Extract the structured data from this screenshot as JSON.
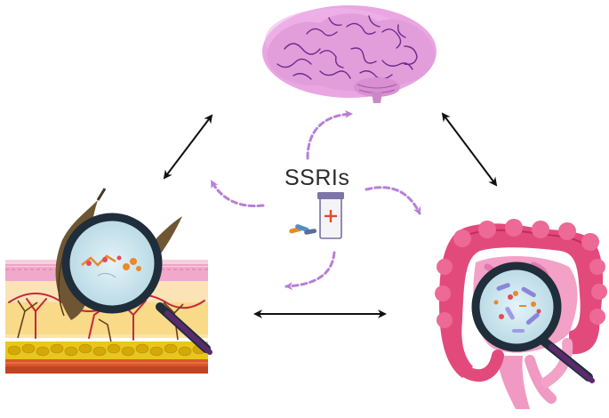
{
  "center": {
    "label": "SSRIs",
    "icon": "pill-bottle-icon"
  },
  "nodes": [
    {
      "id": "brain",
      "icon": "brain-icon"
    },
    {
      "id": "skin",
      "icon": "skin-cross-section-icon",
      "magnified": "skin-microbiome"
    },
    {
      "id": "gut",
      "icon": "intestine-icon",
      "magnified": "gut-microbiome"
    }
  ],
  "connections": {
    "bidirectional": [
      [
        "brain",
        "skin"
      ],
      [
        "brain",
        "gut"
      ],
      [
        "skin",
        "gut"
      ]
    ],
    "ssri_effects": [
      "brain",
      "skin",
      "gut"
    ]
  },
  "colors": {
    "arrow_black": "#111111",
    "arrow_dashed": "#b77fd6",
    "brain": "#e9a6e2",
    "gut": "#e34a7c",
    "skin_dermis": "#f3b5d3",
    "fat": "#e9c61c",
    "magnifier_rim": "#1f2e3a"
  }
}
